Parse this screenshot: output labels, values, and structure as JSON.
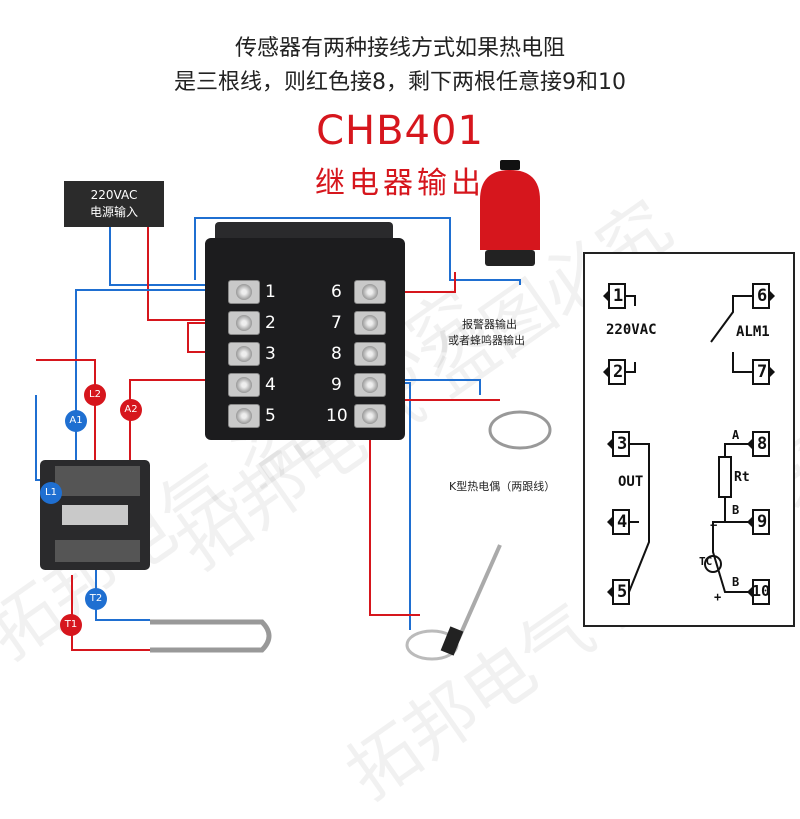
{
  "header": {
    "line1": "传感器有两种接线方式如果热电阻",
    "line2": "是三根线，则红色接8，剩下两根任意接9和10",
    "model": "CHB401",
    "subtitle": "继电器输出"
  },
  "power_box": {
    "line1": "220VAC",
    "line2": "电源输入"
  },
  "terminals_left": [
    "1",
    "2",
    "3",
    "4",
    "5"
  ],
  "terminals_right": [
    "6",
    "7",
    "8",
    "9",
    "10"
  ],
  "labels": {
    "alarm_line1": "报警器输出",
    "alarm_line2": "或者蜂鸣器输出",
    "thermocouple": "K型热电偶（两跟线）"
  },
  "contactor_labels": {
    "L1": "L1",
    "A1": "A1",
    "L2": "L2",
    "A2": "A2",
    "T1": "T1",
    "T2": "T2"
  },
  "schematic": {
    "t1": "1",
    "t2": "2",
    "power": "220VAC",
    "t6": "6",
    "t7": "7",
    "alm": "ALM1",
    "t3": "3",
    "t4": "4",
    "t5": "5",
    "out": "OUT",
    "t8": "8",
    "t9": "9",
    "t10": "10",
    "a": "A",
    "b1": "B",
    "b2": "B",
    "rt": "Rt",
    "tc": "TC",
    "plus": "+",
    "minus": "−"
  },
  "watermark": "拓邦电气 盗图必究"
}
